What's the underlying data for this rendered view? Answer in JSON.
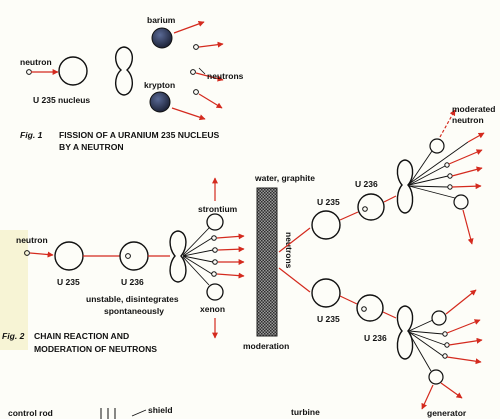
{
  "fig1": {
    "number": "Fig. 1",
    "caption_line1": "FISSION OF A URANIUM 235 NUCLEUS",
    "caption_line2": "BY A NEUTRON",
    "neutron_label": "neutron",
    "nucleus_label": "U 235 nucleus",
    "barium_label": "barium",
    "krypton_label": "krypton",
    "neutrons_label": "neutrons"
  },
  "fig2": {
    "number": "Fig. 2",
    "caption_line1": "CHAIN REACTION AND",
    "caption_line2": "MODERATION OF NEUTRONS",
    "neutron_label": "neutron",
    "u235_label": "U 235",
    "u236_label": "U 236",
    "unstable_line1": "unstable, disintegrates",
    "unstable_line2": "spontaneously",
    "strontium_label": "strontium",
    "xenon_label": "xenon",
    "water_graphite_label": "water, graphite",
    "neutrons_vertical_label": "neutrons",
    "moderation_label": "moderation",
    "upper_u235_label": "U 235",
    "upper_u236_label": "U 236",
    "lower_u235_label": "U 235",
    "lower_u236_label": "U 236",
    "moderated_line1": "moderated",
    "moderated_line2": "neutron"
  },
  "fig3_partial": {
    "left_label": "control rod",
    "shield_label": "shield",
    "turbine_label": "turbine",
    "generator_label": "generator"
  },
  "colors": {
    "arrow": "#d42a1e",
    "line": "#111111",
    "nucleus_fill": "#2b3550",
    "moderator": "#555555",
    "paper": "#fdfdf8"
  }
}
